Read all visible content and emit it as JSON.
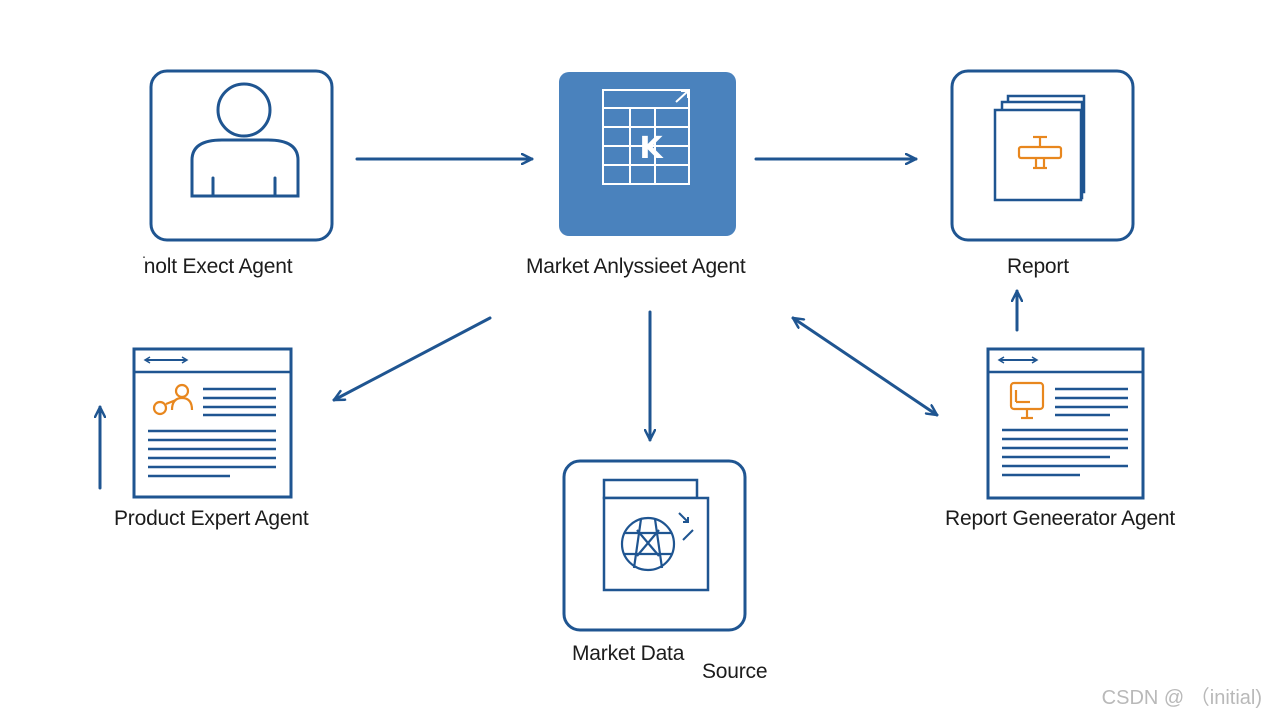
{
  "nodes": {
    "user_agent": {
      "label": "ׂnolt Exect Agent"
    },
    "market_analysis_agent": {
      "label": "Market Anlyssieet Agent"
    },
    "report": {
      "label": "Report"
    },
    "product_expert_agent": {
      "label": "Product Expert Agent"
    },
    "market_data_source": {
      "label_line1": "Market Data",
      "label_line2": "Source"
    },
    "report_generator_agent": {
      "label": "Report Geneerator Agent"
    }
  },
  "watermark": "CSDN @ （initial)",
  "colors": {
    "primary_blue": "#1f5591",
    "fill_blue": "#4a82bd",
    "accent_orange": "#e8871e",
    "text": "#1c1c1c"
  },
  "icons": {
    "user_agent": "person-icon",
    "market_analysis_agent": "spreadsheet-icon",
    "report": "report-document-icon",
    "product_expert_agent": "document-with-person-icon",
    "market_data_source": "data-source-globe-icon",
    "report_generator_agent": "document-with-monitor-icon"
  }
}
